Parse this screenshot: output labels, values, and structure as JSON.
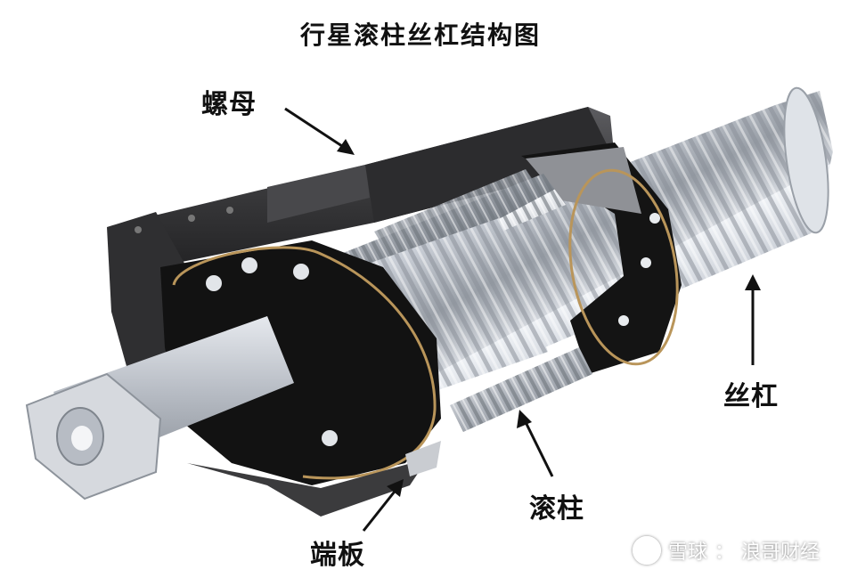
{
  "title": "行星滚柱丝杠结构图",
  "labels": {
    "nut": "螺母",
    "screw": "丝杠",
    "roller": "滚柱",
    "end_plate": "端板"
  },
  "watermark": {
    "brand": "雪球",
    "separator": "：",
    "author": "浪哥财经"
  },
  "colors": {
    "housing": "#3a3a3c",
    "housing_light": "#6b6b6e",
    "steel": "#c9ced6",
    "steel_dark": "#8e949c",
    "ring": "#141414",
    "brass": "#b9955a",
    "arrow": "#111111"
  }
}
